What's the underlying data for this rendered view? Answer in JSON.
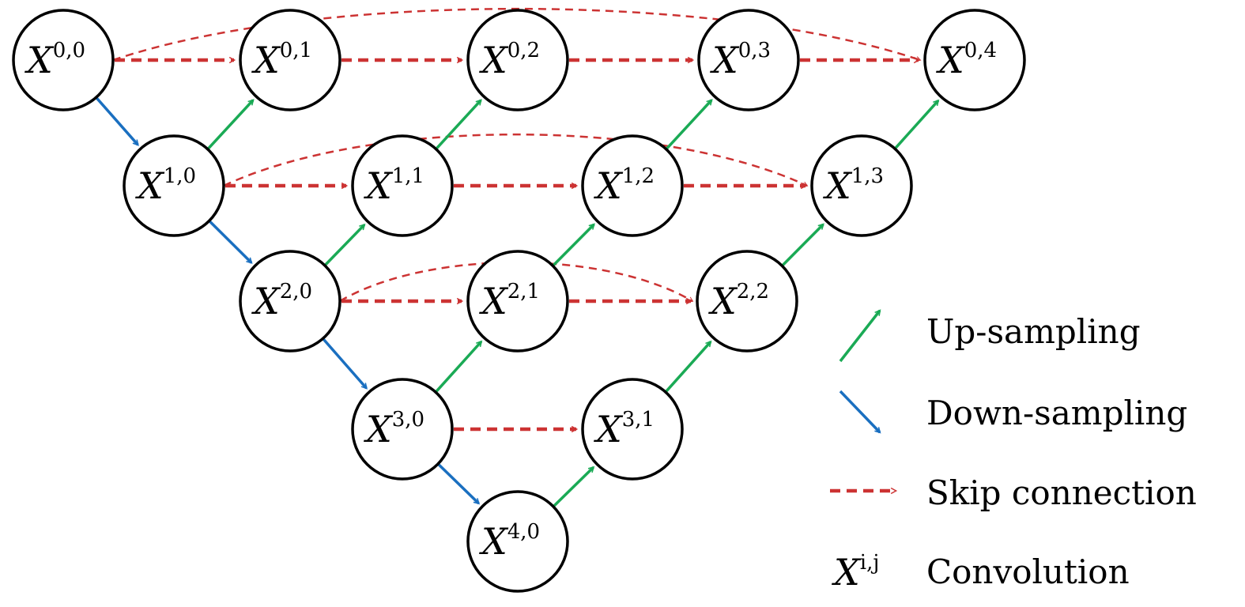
{
  "colors": {
    "up_sampling": "#1aaa55",
    "down_sampling": "#1a6fc0",
    "skip_connection": "#cc3333"
  },
  "nodes": [
    {
      "id": "0-0",
      "var": "X",
      "sup": "0,0"
    },
    {
      "id": "0-1",
      "var": "X",
      "sup": "0,1"
    },
    {
      "id": "0-2",
      "var": "X",
      "sup": "0,2"
    },
    {
      "id": "0-3",
      "var": "X",
      "sup": "0,3"
    },
    {
      "id": "0-4",
      "var": "X",
      "sup": "0,4"
    },
    {
      "id": "1-0",
      "var": "X",
      "sup": "1,0"
    },
    {
      "id": "1-1",
      "var": "X",
      "sup": "1,1"
    },
    {
      "id": "1-2",
      "var": "X",
      "sup": "1,2"
    },
    {
      "id": "1-3",
      "var": "X",
      "sup": "1,3"
    },
    {
      "id": "2-0",
      "var": "X",
      "sup": "2,0"
    },
    {
      "id": "2-1",
      "var": "X",
      "sup": "2,1"
    },
    {
      "id": "2-2",
      "var": "X",
      "sup": "2,2"
    },
    {
      "id": "3-0",
      "var": "X",
      "sup": "3,0"
    },
    {
      "id": "3-1",
      "var": "X",
      "sup": "3,1"
    },
    {
      "id": "4-0",
      "var": "X",
      "sup": "4,0"
    }
  ],
  "edges": {
    "down_sampling": [
      [
        "0-0",
        "1-0"
      ],
      [
        "1-0",
        "2-0"
      ],
      [
        "2-0",
        "3-0"
      ],
      [
        "3-0",
        "4-0"
      ]
    ],
    "up_sampling": [
      [
        "1-0",
        "0-1"
      ],
      [
        "2-0",
        "1-1"
      ],
      [
        "3-0",
        "2-1"
      ],
      [
        "4-0",
        "3-1"
      ],
      [
        "1-1",
        "0-2"
      ],
      [
        "2-1",
        "1-2"
      ],
      [
        "3-1",
        "2-2"
      ],
      [
        "1-2",
        "0-3"
      ],
      [
        "2-2",
        "1-3"
      ],
      [
        "1-3",
        "0-4"
      ]
    ],
    "skip_connection": [
      [
        "0-0",
        "0-1"
      ],
      [
        "0-1",
        "0-2"
      ],
      [
        "0-2",
        "0-3"
      ],
      [
        "0-3",
        "0-4"
      ],
      [
        "1-0",
        "1-1"
      ],
      [
        "1-1",
        "1-2"
      ],
      [
        "1-2",
        "1-3"
      ],
      [
        "2-0",
        "2-1"
      ],
      [
        "2-1",
        "2-2"
      ],
      [
        "3-0",
        "3-1"
      ]
    ],
    "skip_connection_long": [
      [
        "0-0",
        "0-4"
      ],
      [
        "1-0",
        "1-3"
      ],
      [
        "2-0",
        "2-2"
      ]
    ]
  },
  "legend": {
    "up_sampling": "Up-sampling",
    "down_sampling": "Down-sampling",
    "skip_connection": "Skip connection",
    "convolution_symbol_var": "X",
    "convolution_symbol_sup": "i,j",
    "convolution": "Convolution"
  }
}
